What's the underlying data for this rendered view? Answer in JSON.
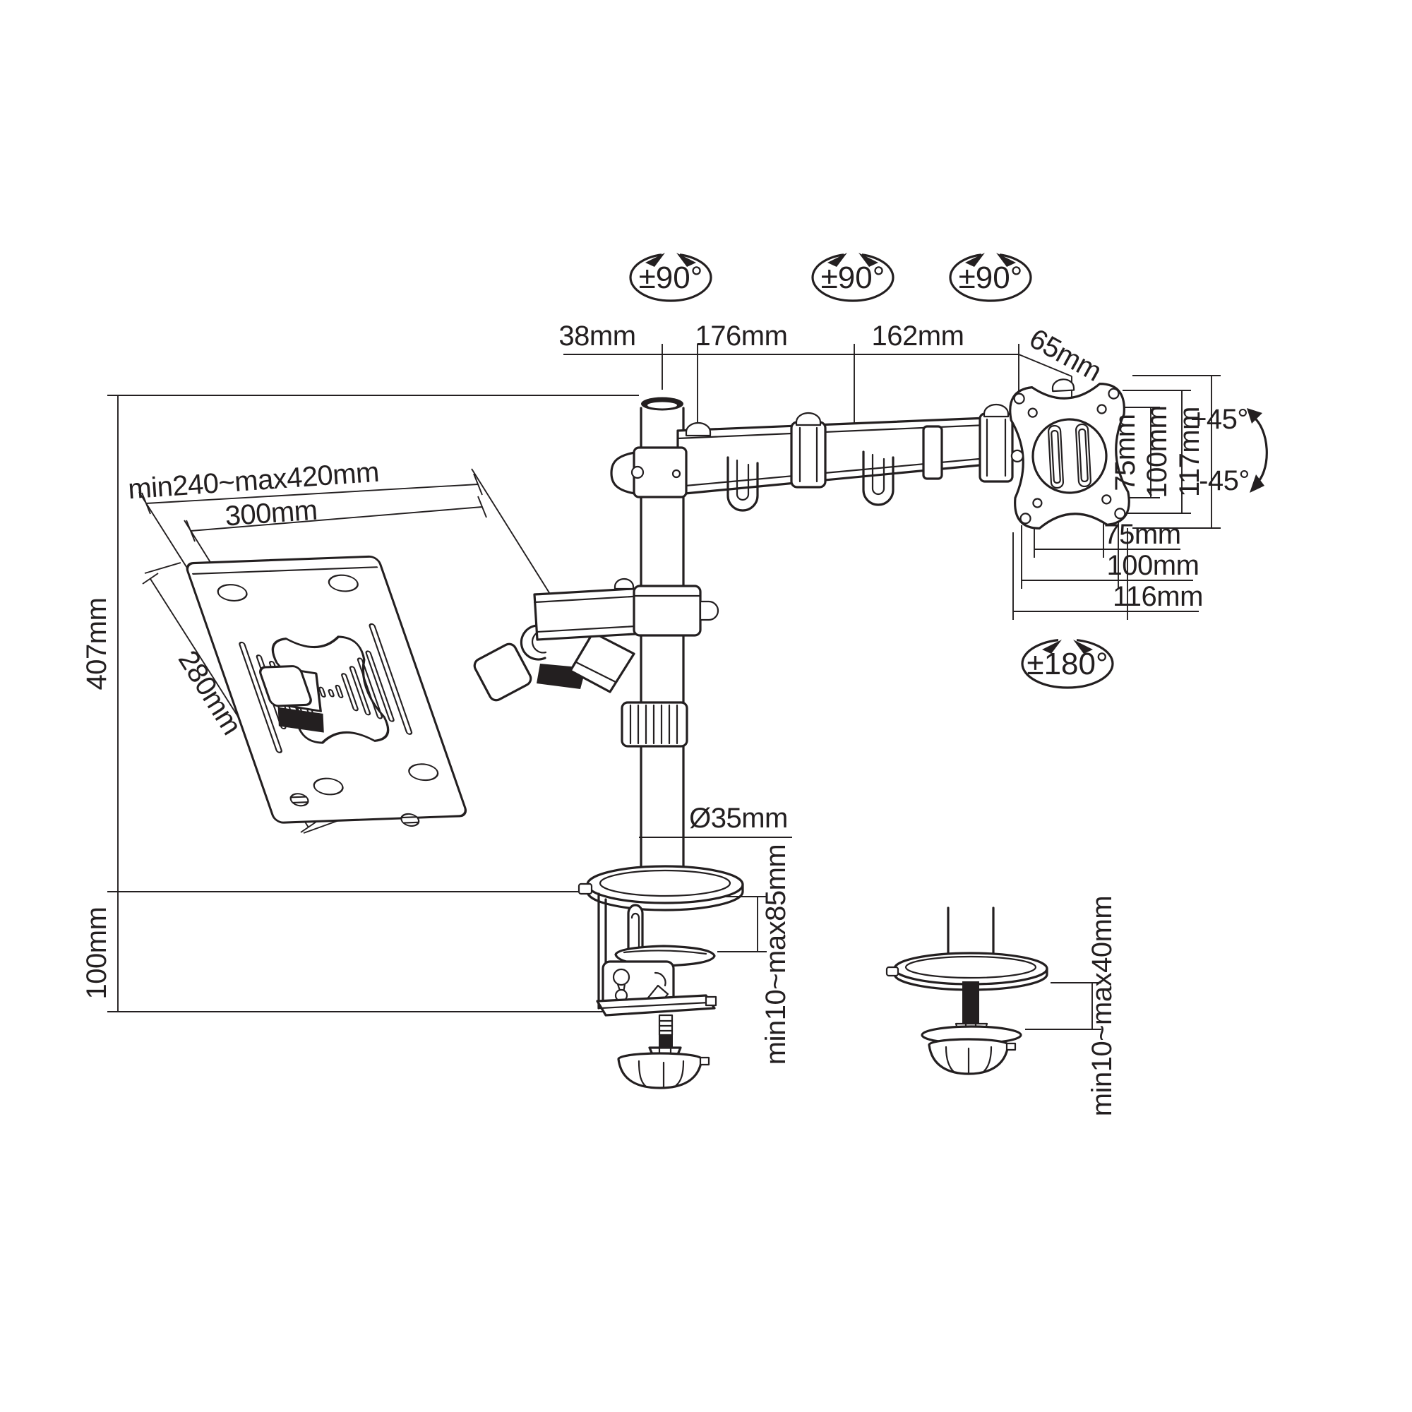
{
  "drawing": {
    "subject": "Desk monitor arm with laptop tray - dimensional technical drawing",
    "colors": {
      "line": "#231f20",
      "background": "#ffffff"
    }
  },
  "annotations": {
    "swivel": "±90°",
    "rotation_vesa": "±180°",
    "tilt_up": "+45°",
    "tilt_down": "-45°",
    "pole_offset": "38mm",
    "arm_segment_1": "176mm",
    "arm_segment_2": "162mm",
    "vesa_offset": "65mm",
    "vesa_vertical_75": "75mm",
    "vesa_vertical_100": "100mm",
    "vesa_plate_height": "117mm",
    "vesa_horizontal_75": "75mm",
    "vesa_horizontal_100": "100mm",
    "vesa_plate_width": "116mm",
    "pole_height": "407mm",
    "clamp_depth": "100mm",
    "pole_diameter": "Ø35mm",
    "clamp_range": "min10~max85mm",
    "grommet_range": "min10~max40mm",
    "tray_clamp_range": "min240~max420mm",
    "tray_width": "300mm",
    "tray_depth": "280mm"
  }
}
